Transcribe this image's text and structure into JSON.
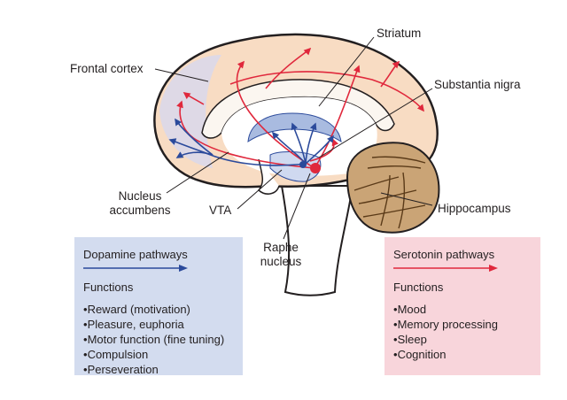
{
  "labels": {
    "frontal_cortex": "Frontal cortex",
    "striatum": "Striatum",
    "substantia_nigra": "Substantia nigra",
    "nucleus_accumbens_line1": "Nucleus",
    "nucleus_accumbens_line2": "accumbens",
    "vta": "VTA",
    "raphe_line1": "Raphe",
    "raphe_line2": "nucleus",
    "hippocampus": "Hippocampus"
  },
  "dopamine": {
    "title": "Dopamine pathways",
    "functions_heading": "Functions",
    "items": [
      "Reward (motivation)",
      "Pleasure, euphoria",
      "Motor function (fine tuning)",
      "Compulsion",
      "Perseveration"
    ],
    "color": "#2b4a9b",
    "panel_color": "#d3dcef"
  },
  "serotonin": {
    "title": "Serotonin pathways",
    "functions_heading": "Functions",
    "items": [
      "Mood",
      "Memory processing",
      "Sleep",
      "Cognition"
    ],
    "color": "#e0283c",
    "panel_color": "#f8d5db"
  }
}
